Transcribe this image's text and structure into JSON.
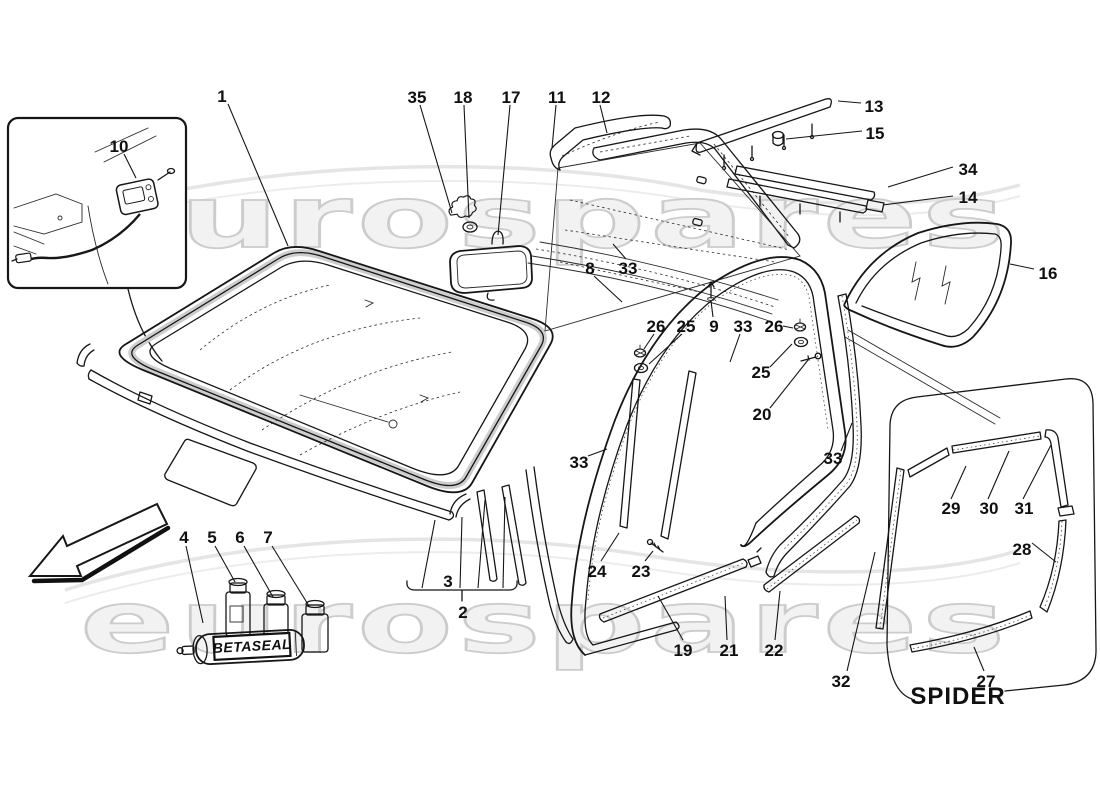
{
  "watermark": "eurospares",
  "spider": {
    "label": "SPIDER"
  },
  "betaseal": {
    "label": "BETASEAL"
  },
  "callouts": [
    {
      "label": "1"
    },
    {
      "label": "35"
    },
    {
      "label": "18"
    },
    {
      "label": "17"
    },
    {
      "label": "11"
    },
    {
      "label": "12"
    },
    {
      "label": "13"
    },
    {
      "label": "15"
    },
    {
      "label": "34"
    },
    {
      "label": "14"
    },
    {
      "label": "16"
    },
    {
      "label": "10"
    },
    {
      "label": "8"
    },
    {
      "label": "33"
    },
    {
      "label": "26"
    },
    {
      "label": "25"
    },
    {
      "label": "9"
    },
    {
      "label": "33"
    },
    {
      "label": "26"
    },
    {
      "label": "25"
    },
    {
      "label": "20"
    },
    {
      "label": "33"
    },
    {
      "label": "33"
    },
    {
      "label": "24"
    },
    {
      "label": "23"
    },
    {
      "label": "4"
    },
    {
      "label": "5"
    },
    {
      "label": "6"
    },
    {
      "label": "7"
    },
    {
      "label": "3"
    },
    {
      "label": "2"
    },
    {
      "label": "19"
    },
    {
      "label": "21"
    },
    {
      "label": "22"
    },
    {
      "label": "29"
    },
    {
      "label": "30"
    },
    {
      "label": "31"
    },
    {
      "label": "28"
    },
    {
      "label": "32"
    },
    {
      "label": "27"
    }
  ]
}
